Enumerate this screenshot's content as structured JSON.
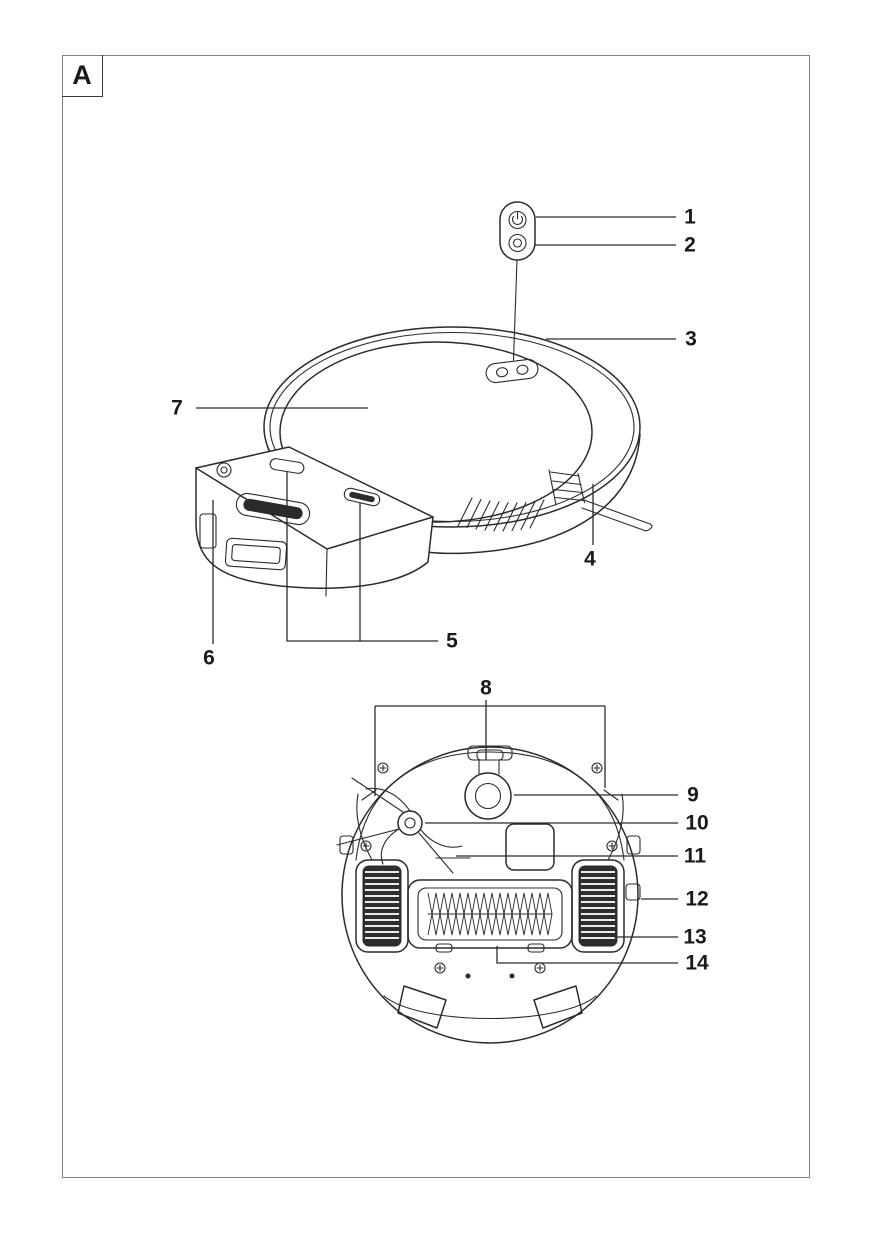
{
  "page": {
    "background_color": "#ffffff",
    "frame_color": "#808080",
    "line_color": "#2b2b2b",
    "text_color": "#1a1a1a",
    "wheel_fill": "#2e2e2e"
  },
  "figure_label": "A",
  "callouts": [
    "1",
    "2",
    "3",
    "4",
    "5",
    "6",
    "7",
    "8",
    "9",
    "10",
    "11",
    "12",
    "13",
    "14"
  ],
  "icons": {
    "power_icon": "power-symbol-in-circle",
    "ring_button_icon": "concentric-circles"
  }
}
